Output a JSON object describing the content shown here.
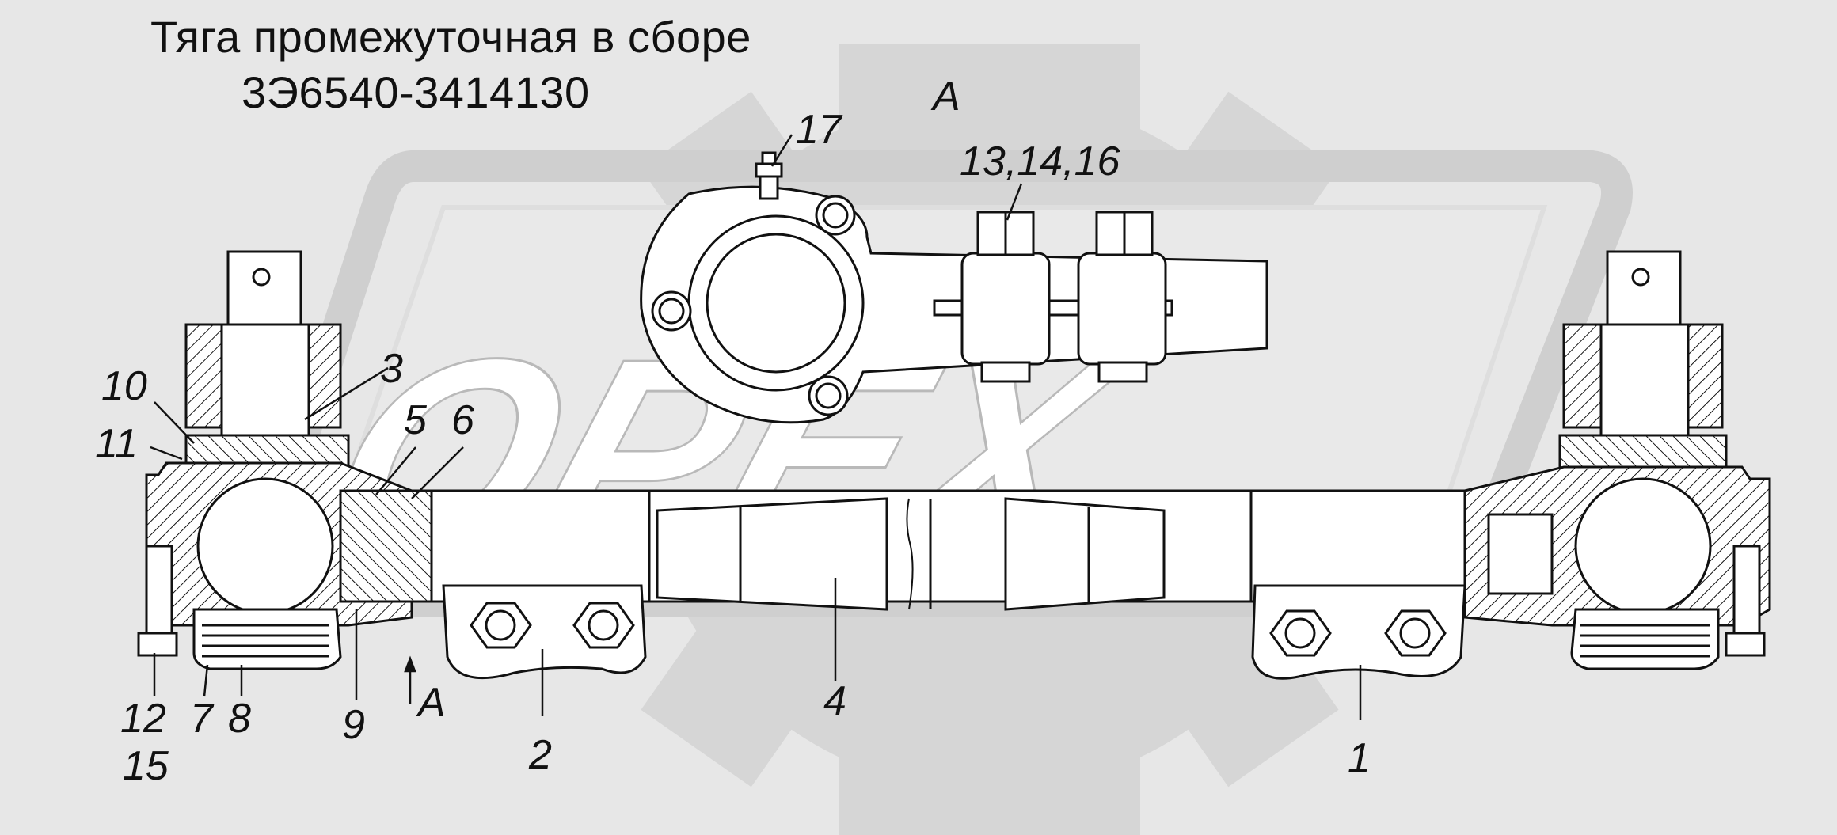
{
  "title": {
    "line1": "Тяга промежуточная в сборе",
    "line2": "3Э6540-3414130"
  },
  "watermark": {
    "text": "OPEX"
  },
  "view_marks": {
    "view_top": "A",
    "arrow": "A"
  },
  "callouts": {
    "c1": "1",
    "c2": "2",
    "c3": "3",
    "c4": "4",
    "c5": "5",
    "c6": "6",
    "c7": "7",
    "c8": "8",
    "c9": "9",
    "c10": "10",
    "c11": "11",
    "c12": "12",
    "c15": "15",
    "c17": "17",
    "c13_14_16": "13,14,16"
  },
  "colors": {
    "background": "#e7e7e7",
    "part_fill": "#ffffff",
    "line": "#111111",
    "watermark": "#d6d6d6"
  }
}
